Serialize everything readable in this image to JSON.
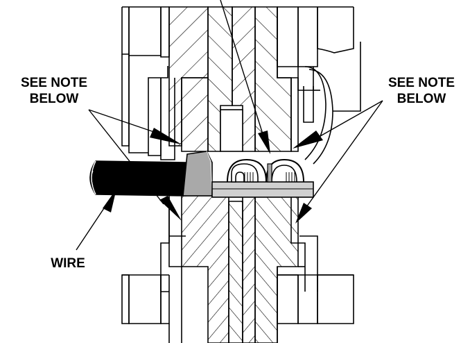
{
  "callouts": {
    "see_note_left": {
      "line1": "SEE NOTE",
      "line2": "BELOW"
    },
    "see_note_right": {
      "line1": "SEE NOTE",
      "line2": "BELOW"
    },
    "wire": "WIRE"
  },
  "colors": {
    "line": "#000000",
    "wire_insulation": "#000000",
    "terminal_fill": "#a9a9a9",
    "terminal_light": "#d0d0d0",
    "background": "#ffffff"
  }
}
